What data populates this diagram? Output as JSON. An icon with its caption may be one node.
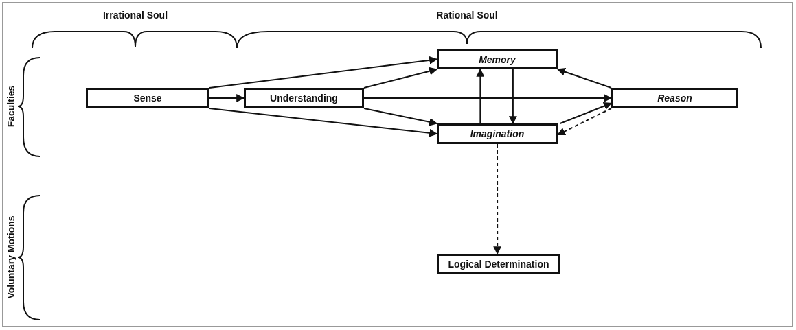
{
  "diagram": {
    "nodes": [
      {
        "text": [
          "Sense"
        ]
      },
      {
        "text": [
          "Understanding"
        ]
      },
      {
        "text": [
          "Memory"
        ]
      },
      {
        "text": [
          "Imagination"
        ]
      },
      {
        "text": [
          "Reason"
        ]
      },
      {
        "text": [
          "Logical Determination"
        ]
      }
    ],
    "edges": [
      {
        "from": 0,
        "to": 2,
        "arrow": "to"
      },
      {
        "from": 0,
        "to": 1,
        "arrow": "to"
      },
      {
        "from": 0,
        "to": 3,
        "arrow": "to"
      },
      {
        "from": 1,
        "to": 2,
        "arrow": "to"
      },
      {
        "from": 1,
        "to": 4,
        "arrow": "to"
      },
      {
        "from": 1,
        "to": 3,
        "arrow": "to"
      },
      {
        "from": 3,
        "to": 2,
        "arrow": "to"
      },
      {
        "from": 2,
        "to": 3,
        "arrow": "to"
      },
      {
        "from": 4,
        "to": 2,
        "arrow": "to"
      },
      {
        "from": 3,
        "to": 4,
        "arrow": "to"
      },
      {
        "from": 4,
        "to": 3,
        "arrow": "to",
        "style": "dashed"
      },
      {
        "from": 3,
        "to": 5,
        "arrow": "to",
        "style": "dashed"
      }
    ],
    "labels": [
      "Irrational Soul",
      "Rational Soul",
      "Faculties",
      "Voluntary Motions"
    ]
  }
}
